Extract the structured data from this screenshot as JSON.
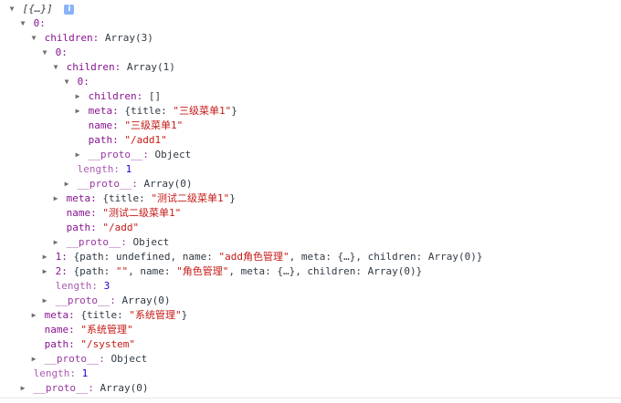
{
  "header": {
    "summary": "[{…}]",
    "info_icon": "i"
  },
  "lines": {
    "l0_key": "0:",
    "l1_key": "children:",
    "l1_val": "Array(3)",
    "l2_key": "0:",
    "l3_key": "children:",
    "l3_val": "Array(1)",
    "l4_key": "0:",
    "l5_key": "children:",
    "l5_val": "[]",
    "l6_key": "meta:",
    "l6_pre": "{title: ",
    "l6_str": "\"三级菜单1\"",
    "l6_post": "}",
    "l7_key": "name:",
    "l7_str": "\"三级菜单1\"",
    "l8_key": "path:",
    "l8_str": "\"/add1\"",
    "l9_key": "__proto__:",
    "l9_val": "Object",
    "l10_key": "length:",
    "l10_num": "1",
    "l11_key": "__proto__:",
    "l11_val": "Array(0)",
    "l12_key": "meta:",
    "l12_pre": "{title: ",
    "l12_str": "\"测试二级菜单1\"",
    "l12_post": "}",
    "l13_key": "name:",
    "l13_str": "\"测试二级菜单1\"",
    "l14_key": "path:",
    "l14_str": "\"/add\"",
    "l15_key": "__proto__:",
    "l15_val": "Object",
    "l16_key": "1:",
    "l16_a": "{path: undefined, name: ",
    "l16_str": "\"add角色管理\"",
    "l16_b": ", meta: {…}, children: Array(0)}",
    "l17_key": "2:",
    "l17_a": "{path: ",
    "l17_str1": "\"\"",
    "l17_b": ", name: ",
    "l17_str2": "\"角色管理\"",
    "l17_c": ", meta: {…}, children: Array(0)}",
    "l18_key": "length:",
    "l18_num": "3",
    "l19_key": "__proto__:",
    "l19_val": "Array(0)",
    "l20_key": "meta:",
    "l20_pre": "{title: ",
    "l20_str": "\"系统管理\"",
    "l20_post": "}",
    "l21_key": "name:",
    "l21_str": "\"系统管理\"",
    "l22_key": "path:",
    "l22_str": "\"/system\"",
    "l23_key": "__proto__:",
    "l23_val": "Object",
    "l24_key": "length:",
    "l24_num": "1",
    "l25_key": "__proto__:",
    "l25_val": "Array(0)"
  }
}
